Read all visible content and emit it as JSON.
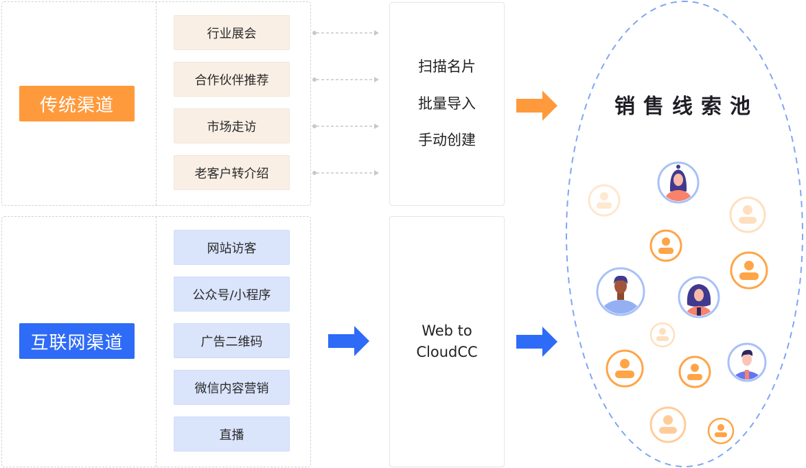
{
  "traditional": {
    "label": "传统渠道",
    "color": "#ff9a3c",
    "sources": [
      "行业展会",
      "合作伙伴推荐",
      "市场走访",
      "老客户转介绍"
    ],
    "methods": [
      "扫描名片",
      "批量导入",
      "手动创建"
    ]
  },
  "internet": {
    "label": "互联网渠道",
    "color": "#2e6bf6",
    "sources": [
      "网站访客",
      "公众号/小程序",
      "广告二维码",
      "微信内容营销",
      "直播"
    ],
    "method": [
      "Web to",
      "CloudCC"
    ]
  },
  "pool": {
    "title": "销售线索池",
    "border_color": "#7ea6f5",
    "avatar_ring_blue": "#a7c1f7",
    "avatar_orange": "#ffa447"
  },
  "arrows": {
    "orange": "#ff9a3c",
    "blue": "#2e6bf6",
    "connector": "#c8c8c8"
  }
}
